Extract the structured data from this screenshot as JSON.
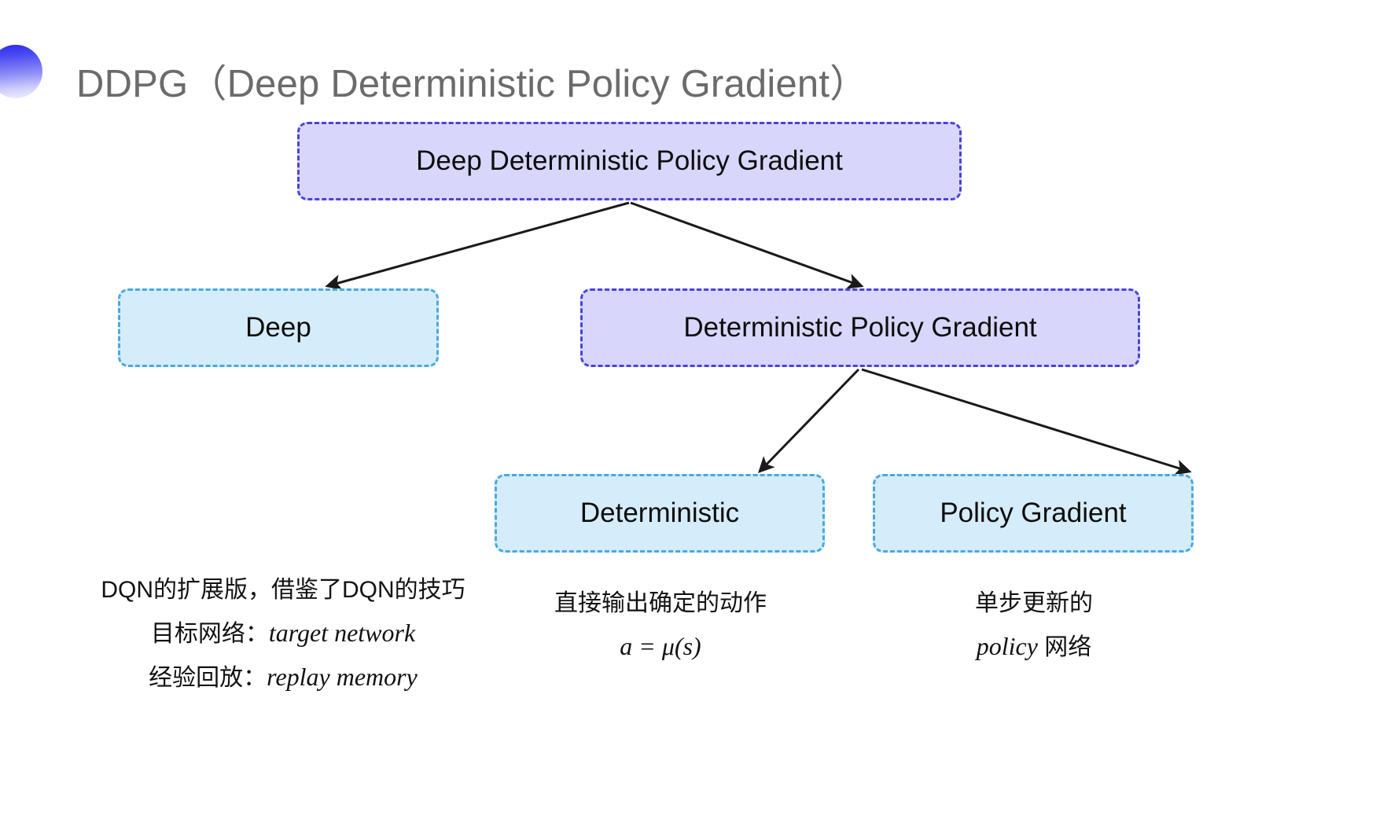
{
  "slide": {
    "title": "DDPG（Deep Deterministic Policy Gradient）",
    "decor_icon": "gradient-half-circle-bullet",
    "background_color": "#ffffff",
    "title_color": "#6b6b6b"
  },
  "colors": {
    "purple_fill": "#d8d7fb",
    "purple_border": "#4a44d6",
    "blue_fill": "#d5edfa",
    "blue_border": "#4aa8e0",
    "arrow": "#1a1a1a",
    "text": "#0d0d0d"
  },
  "diagram": {
    "type": "tree",
    "nodes": [
      {
        "id": "root",
        "label": "Deep Deterministic Policy Gradient",
        "style": "purple"
      },
      {
        "id": "deep",
        "label": "Deep",
        "style": "blue"
      },
      {
        "id": "dpg",
        "label": "Deterministic Policy Gradient",
        "style": "purple"
      },
      {
        "id": "det",
        "label": "Deterministic",
        "style": "blue"
      },
      {
        "id": "pg",
        "label": "Policy Gradient",
        "style": "blue"
      }
    ],
    "edges": [
      {
        "from": "root",
        "to": "deep"
      },
      {
        "from": "root",
        "to": "dpg"
      },
      {
        "from": "dpg",
        "to": "det"
      },
      {
        "from": "dpg",
        "to": "pg"
      }
    ]
  },
  "captions": {
    "deep": {
      "line1": "DQN的扩展版，借鉴了DQN的技巧",
      "line2_label": "目标网络：",
      "line2_term": "target network",
      "line3_label": "经验回放：",
      "line3_term": "replay memory"
    },
    "deterministic": {
      "line1": "直接输出确定的动作",
      "line2": "a = μ(s)"
    },
    "policy_gradient": {
      "line1": "单步更新的",
      "line2_term": "policy",
      "line2_tail": " 网络"
    }
  }
}
